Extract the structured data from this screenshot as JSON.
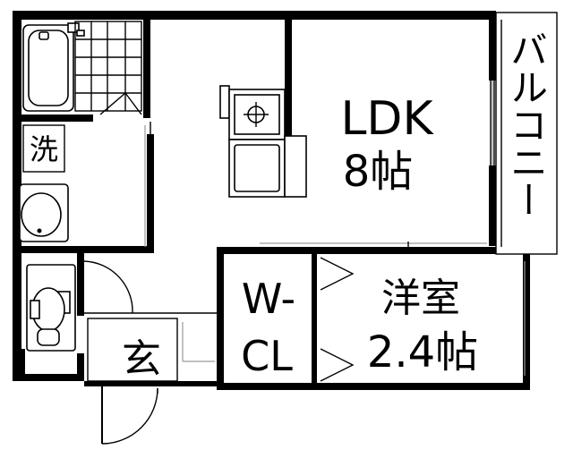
{
  "rooms": {
    "ldk": {
      "name": "LDK",
      "size": "8帖"
    },
    "western": {
      "name": "洋室",
      "size": "2.4帖"
    },
    "walkin_closet": {
      "line1": "W-",
      "line2": "CL"
    },
    "entrance": {
      "name": "玄"
    },
    "washroom": {
      "name": "洗"
    },
    "balcony": {
      "name": "バルコニー"
    }
  }
}
